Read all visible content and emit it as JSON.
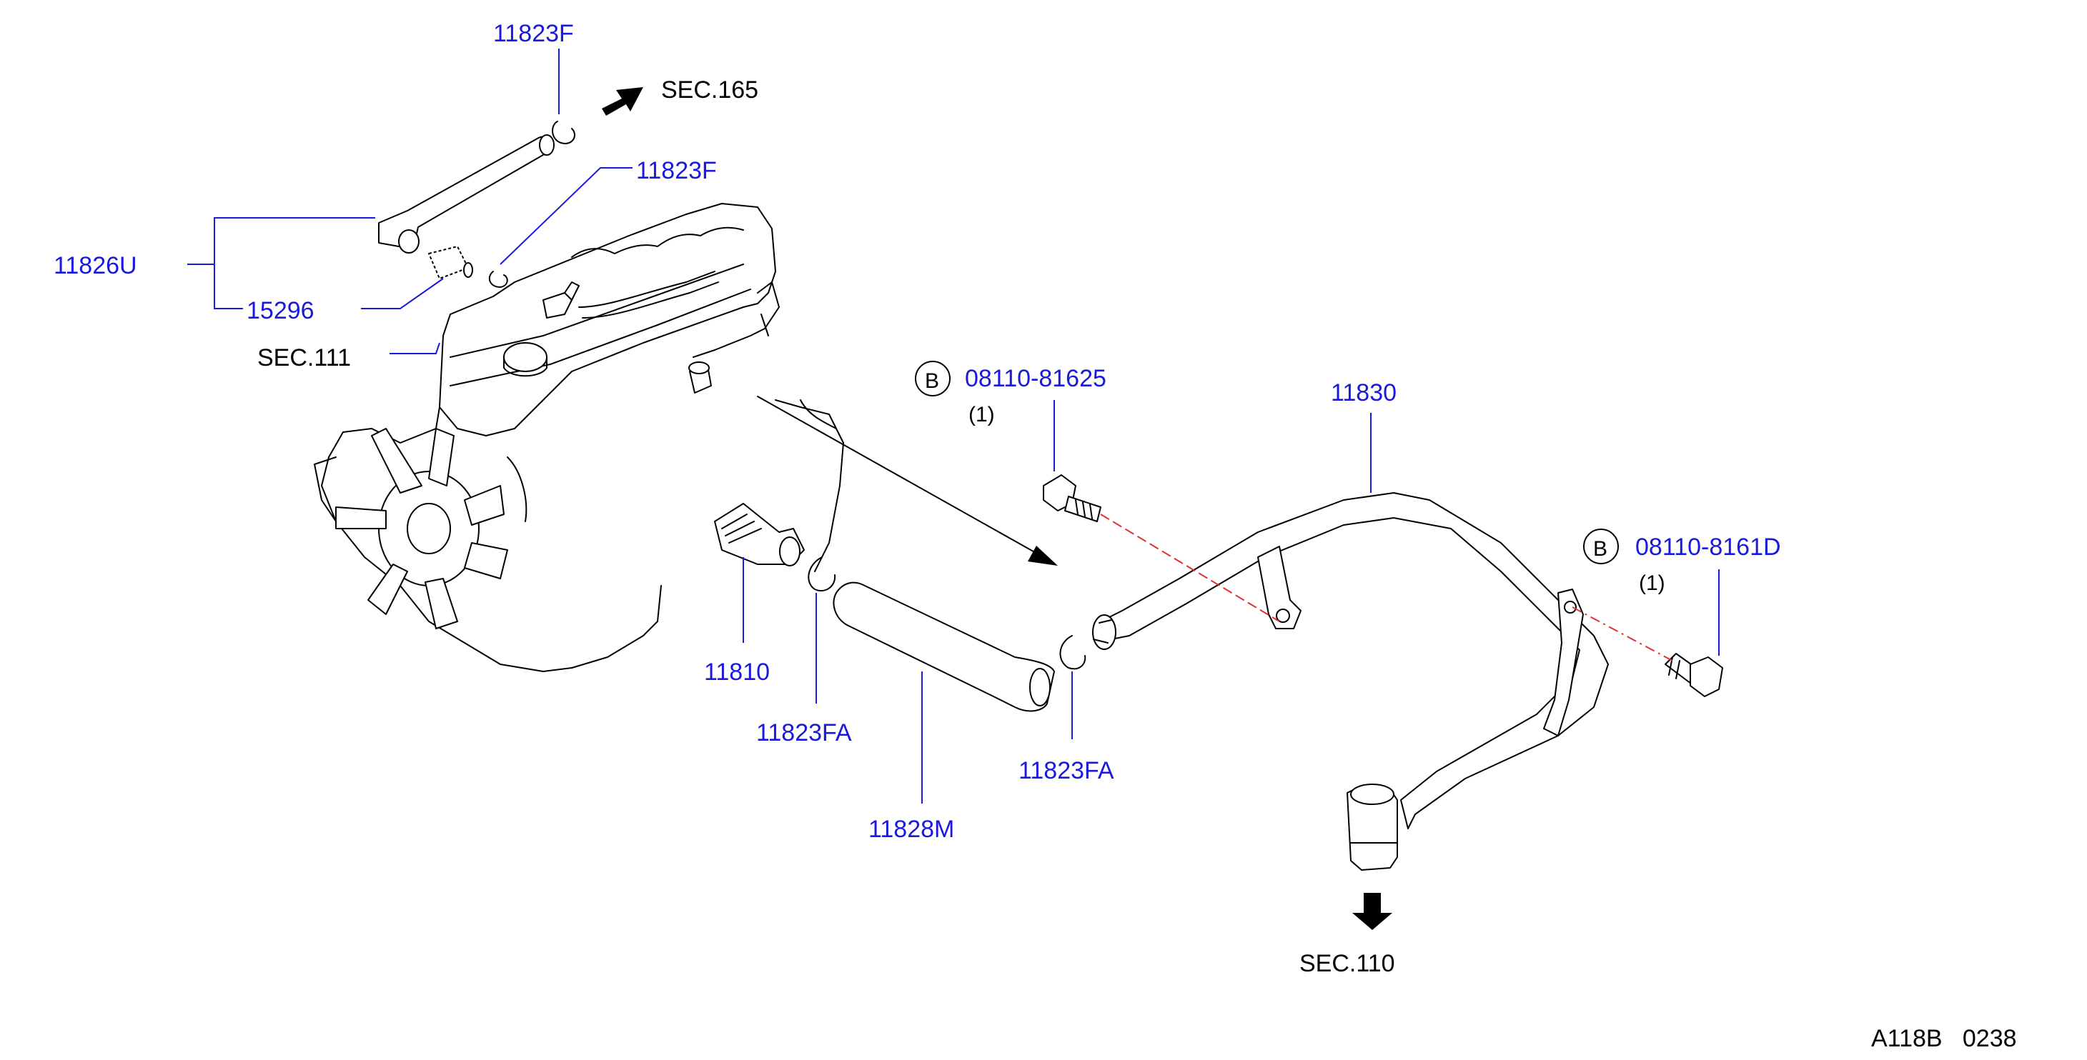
{
  "parts": {
    "p11823F_top": "11823F",
    "p11823F_mid": "11823F",
    "p11826U": "11826U",
    "p15296": "15296",
    "p08110_81625": "08110-81625",
    "p08110_81625_qty": "(1)",
    "p11830": "11830",
    "p08110_8161D": "08110-8161D",
    "p08110_8161D_qty": "(1)",
    "p11810": "11810",
    "p11823FA_left": "11823FA",
    "p11823FA_right": "11823FA",
    "p11828M": "11828M"
  },
  "references": {
    "sec165": "SEC.165",
    "sec111": "SEC.111",
    "sec110": "SEC.110"
  },
  "bolt_badge": "B",
  "diagram_code": "A118B   0238",
  "colors": {
    "part_label": "#1a1adc",
    "leader": "#1a1adc",
    "center_line": "#e03030",
    "line": "#000000"
  }
}
